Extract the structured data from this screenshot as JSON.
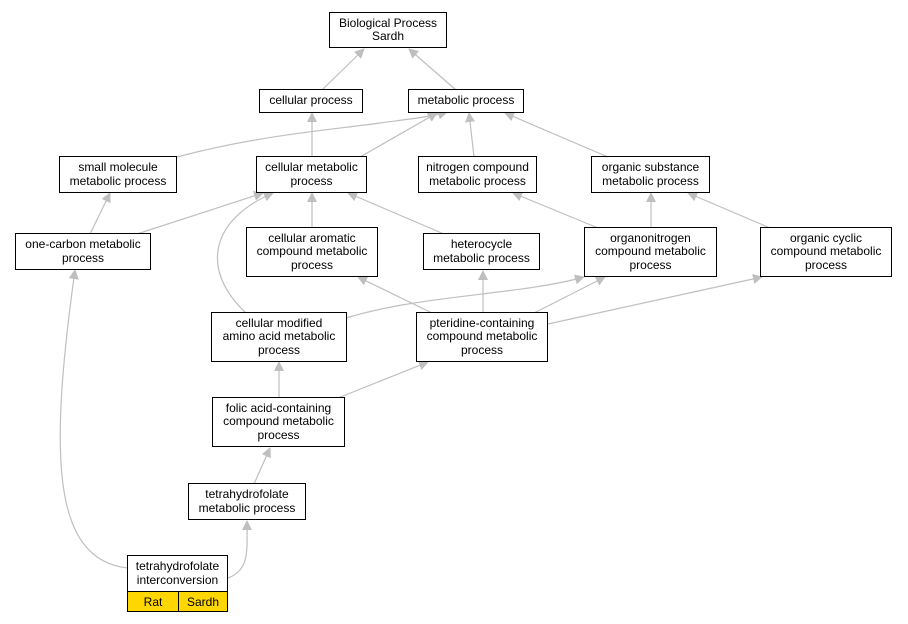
{
  "nodes": {
    "bp": "Biological Process\nSardh",
    "cellular": "cellular process",
    "metabolic": "metabolic process",
    "small_molecule": "small molecule\nmetabolic process",
    "cellular_metabolic": "cellular metabolic\nprocess",
    "nitrogen": "nitrogen compound\nmetabolic process",
    "organic_substance": "organic substance\nmetabolic process",
    "one_carbon": "one-carbon metabolic\nprocess",
    "aromatic": "cellular aromatic\ncompound metabolic\nprocess",
    "heterocycle": "heterocycle\nmetabolic process",
    "organonitrogen": "organonitrogen\ncompound metabolic\nprocess",
    "organic_cyclic": "organic cyclic\ncompound metabolic\nprocess",
    "modified_aa": "cellular modified\namino acid metabolic\nprocess",
    "pteridine": "pteridine-containing\ncompound metabolic\nprocess",
    "folic": "folic acid-containing\ncompound metabolic\nprocess",
    "thf": "tetrahydrofolate\nmetabolic process",
    "thf_interconv": "tetrahydrofolate\ninterconversion"
  },
  "annotations": {
    "species": "Rat",
    "gene": "Sardh"
  },
  "colors": {
    "edge": "#bfbfbf",
    "annotation_fill": "#ffd700",
    "node_border": "#000000"
  }
}
